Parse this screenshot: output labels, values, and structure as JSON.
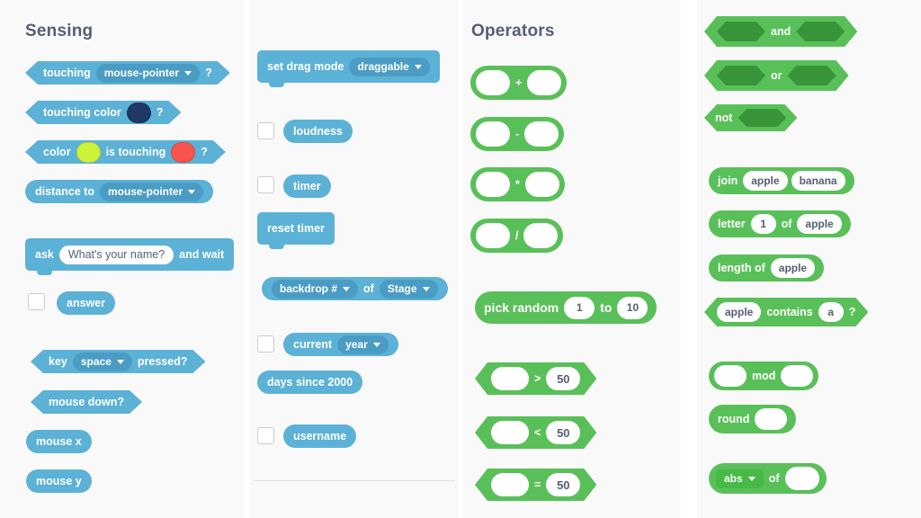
{
  "palette": {
    "sensing_color": "#5cb1d6",
    "sensing_input_color": "#4b9cc4",
    "operators_color": "#59c059",
    "operators_input_color": "#46b946",
    "background_color": "#f9f9f9",
    "heading_color": "#575e75"
  },
  "columns": [
    {
      "heading": "Sensing",
      "blocks": [
        {
          "name": "touching",
          "parts": [
            "touching",
            "mouse-pointer",
            "?"
          ],
          "dropdown": "mouse-pointer"
        },
        {
          "name": "touching-color",
          "parts": [
            "touching color",
            "?"
          ],
          "swatch": "#1f3864"
        },
        {
          "name": "color-is-touching",
          "parts": [
            "color",
            "is touching",
            "?"
          ],
          "swatch_a": "#ccf23a",
          "swatch_b": "#f8544c"
        },
        {
          "name": "distance-to",
          "parts": [
            "distance to"
          ],
          "dropdown": "mouse-pointer"
        },
        {
          "name": "ask-and-wait",
          "parts": [
            "ask",
            "and wait"
          ],
          "value": "What's your name?"
        },
        {
          "name": "answer",
          "parts": [
            "answer"
          ],
          "checkbox": true
        },
        {
          "name": "key-pressed",
          "parts": [
            "key",
            "pressed?"
          ],
          "dropdown": "space"
        },
        {
          "name": "mouse-down",
          "parts": [
            "mouse down?"
          ]
        },
        {
          "name": "mouse-x",
          "parts": [
            "mouse x"
          ]
        },
        {
          "name": "mouse-y",
          "parts": [
            "mouse y"
          ]
        }
      ]
    },
    {
      "heading": "",
      "blocks": [
        {
          "name": "set-drag-mode",
          "parts": [
            "set drag mode"
          ],
          "dropdown": "draggable"
        },
        {
          "name": "loudness",
          "parts": [
            "loudness"
          ],
          "checkbox": true
        },
        {
          "name": "timer",
          "parts": [
            "timer"
          ],
          "checkbox": true
        },
        {
          "name": "reset-timer",
          "parts": [
            "reset timer"
          ]
        },
        {
          "name": "backdrop-of",
          "parts": [
            "of"
          ],
          "dropdown_a": "backdrop #",
          "dropdown_b": "Stage"
        },
        {
          "name": "current-year",
          "parts": [
            "current"
          ],
          "dropdown": "year",
          "checkbox": true
        },
        {
          "name": "days-since-2000",
          "parts": [
            "days since 2000"
          ]
        },
        {
          "name": "username",
          "parts": [
            "username"
          ],
          "checkbox": true
        }
      ]
    },
    {
      "heading": "Operators",
      "blocks": [
        {
          "name": "add",
          "operator": "+"
        },
        {
          "name": "subtract",
          "operator": "-"
        },
        {
          "name": "multiply",
          "operator": "*"
        },
        {
          "name": "divide",
          "operator": "/"
        },
        {
          "name": "pick-random",
          "parts": [
            "pick random",
            "to"
          ],
          "from": "1",
          "to": "10"
        },
        {
          "name": "greater-than",
          "operator": ">",
          "value": "50"
        },
        {
          "name": "less-than",
          "operator": "<",
          "value": "50"
        },
        {
          "name": "equals",
          "operator": "=",
          "value": "50"
        }
      ]
    },
    {
      "heading": "",
      "blocks": [
        {
          "name": "and",
          "parts": [
            "and"
          ]
        },
        {
          "name": "or",
          "parts": [
            "or"
          ]
        },
        {
          "name": "not",
          "parts": [
            "not"
          ]
        },
        {
          "name": "join",
          "parts": [
            "join"
          ],
          "value_a": "apple",
          "value_b": "banana"
        },
        {
          "name": "letter-of",
          "parts": [
            "letter",
            "of"
          ],
          "value_a": "1",
          "value_b": "apple"
        },
        {
          "name": "length-of",
          "parts": [
            "length of"
          ],
          "value": "apple"
        },
        {
          "name": "contains",
          "parts": [
            "contains",
            "?"
          ],
          "value_a": "apple",
          "value_b": "a"
        },
        {
          "name": "mod",
          "parts": [
            "mod"
          ]
        },
        {
          "name": "round",
          "parts": [
            "round"
          ]
        },
        {
          "name": "abs-of",
          "parts": [
            "of"
          ],
          "dropdown": "abs"
        }
      ]
    }
  ]
}
